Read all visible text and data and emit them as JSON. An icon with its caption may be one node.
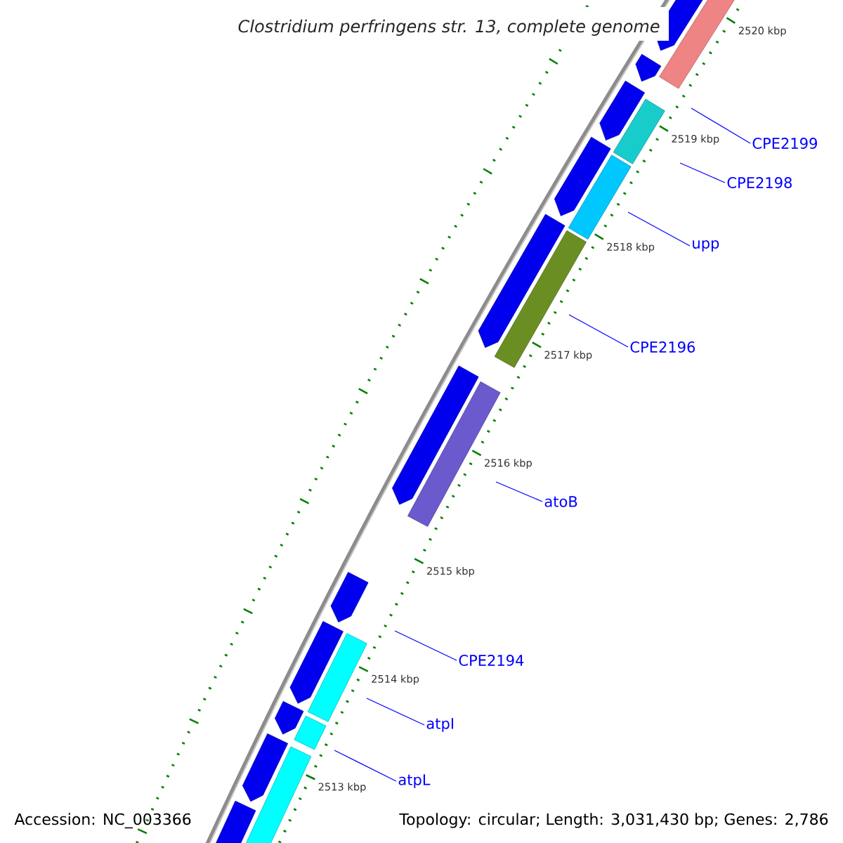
{
  "diagram": {
    "title": "Clostridium perfringens str. 13, complete genome",
    "nodes": [
      {
        "text": [
          "CPE2199"
        ]
      },
      {
        "text": [
          "CPE2198"
        ]
      },
      {
        "text": [
          "upp"
        ]
      },
      {
        "text": [
          "CPE2196"
        ]
      },
      {
        "text": [
          "atoB"
        ]
      },
      {
        "text": [
          "CPE2194"
        ]
      },
      {
        "text": [
          "atpI"
        ]
      },
      {
        "text": [
          "atpL"
        ]
      }
    ],
    "edges": [
      {
        "from": 0,
        "to": null,
        "arrow": "none"
      },
      {
        "from": 1,
        "to": null,
        "arrow": "none"
      },
      {
        "from": 2,
        "to": null,
        "arrow": "none"
      },
      {
        "from": 3,
        "to": null,
        "arrow": "none"
      },
      {
        "from": 4,
        "to": null,
        "arrow": "none"
      },
      {
        "from": 5,
        "to": null,
        "arrow": "none"
      },
      {
        "from": 6,
        "to": null,
        "arrow": "none"
      },
      {
        "from": 7,
        "to": null,
        "arrow": "none"
      }
    ],
    "labels": [
      "2520 kbp",
      "2519 kbp",
      "2518 kbp",
      "2517 kbp",
      "2516 kbp",
      "2515 kbp",
      "2514 kbp",
      "2513 kbp",
      "Accession: NC_003366",
      "Topology: circular; Length: 3,031,430 bp; Genes: 2,786"
    ]
  }
}
